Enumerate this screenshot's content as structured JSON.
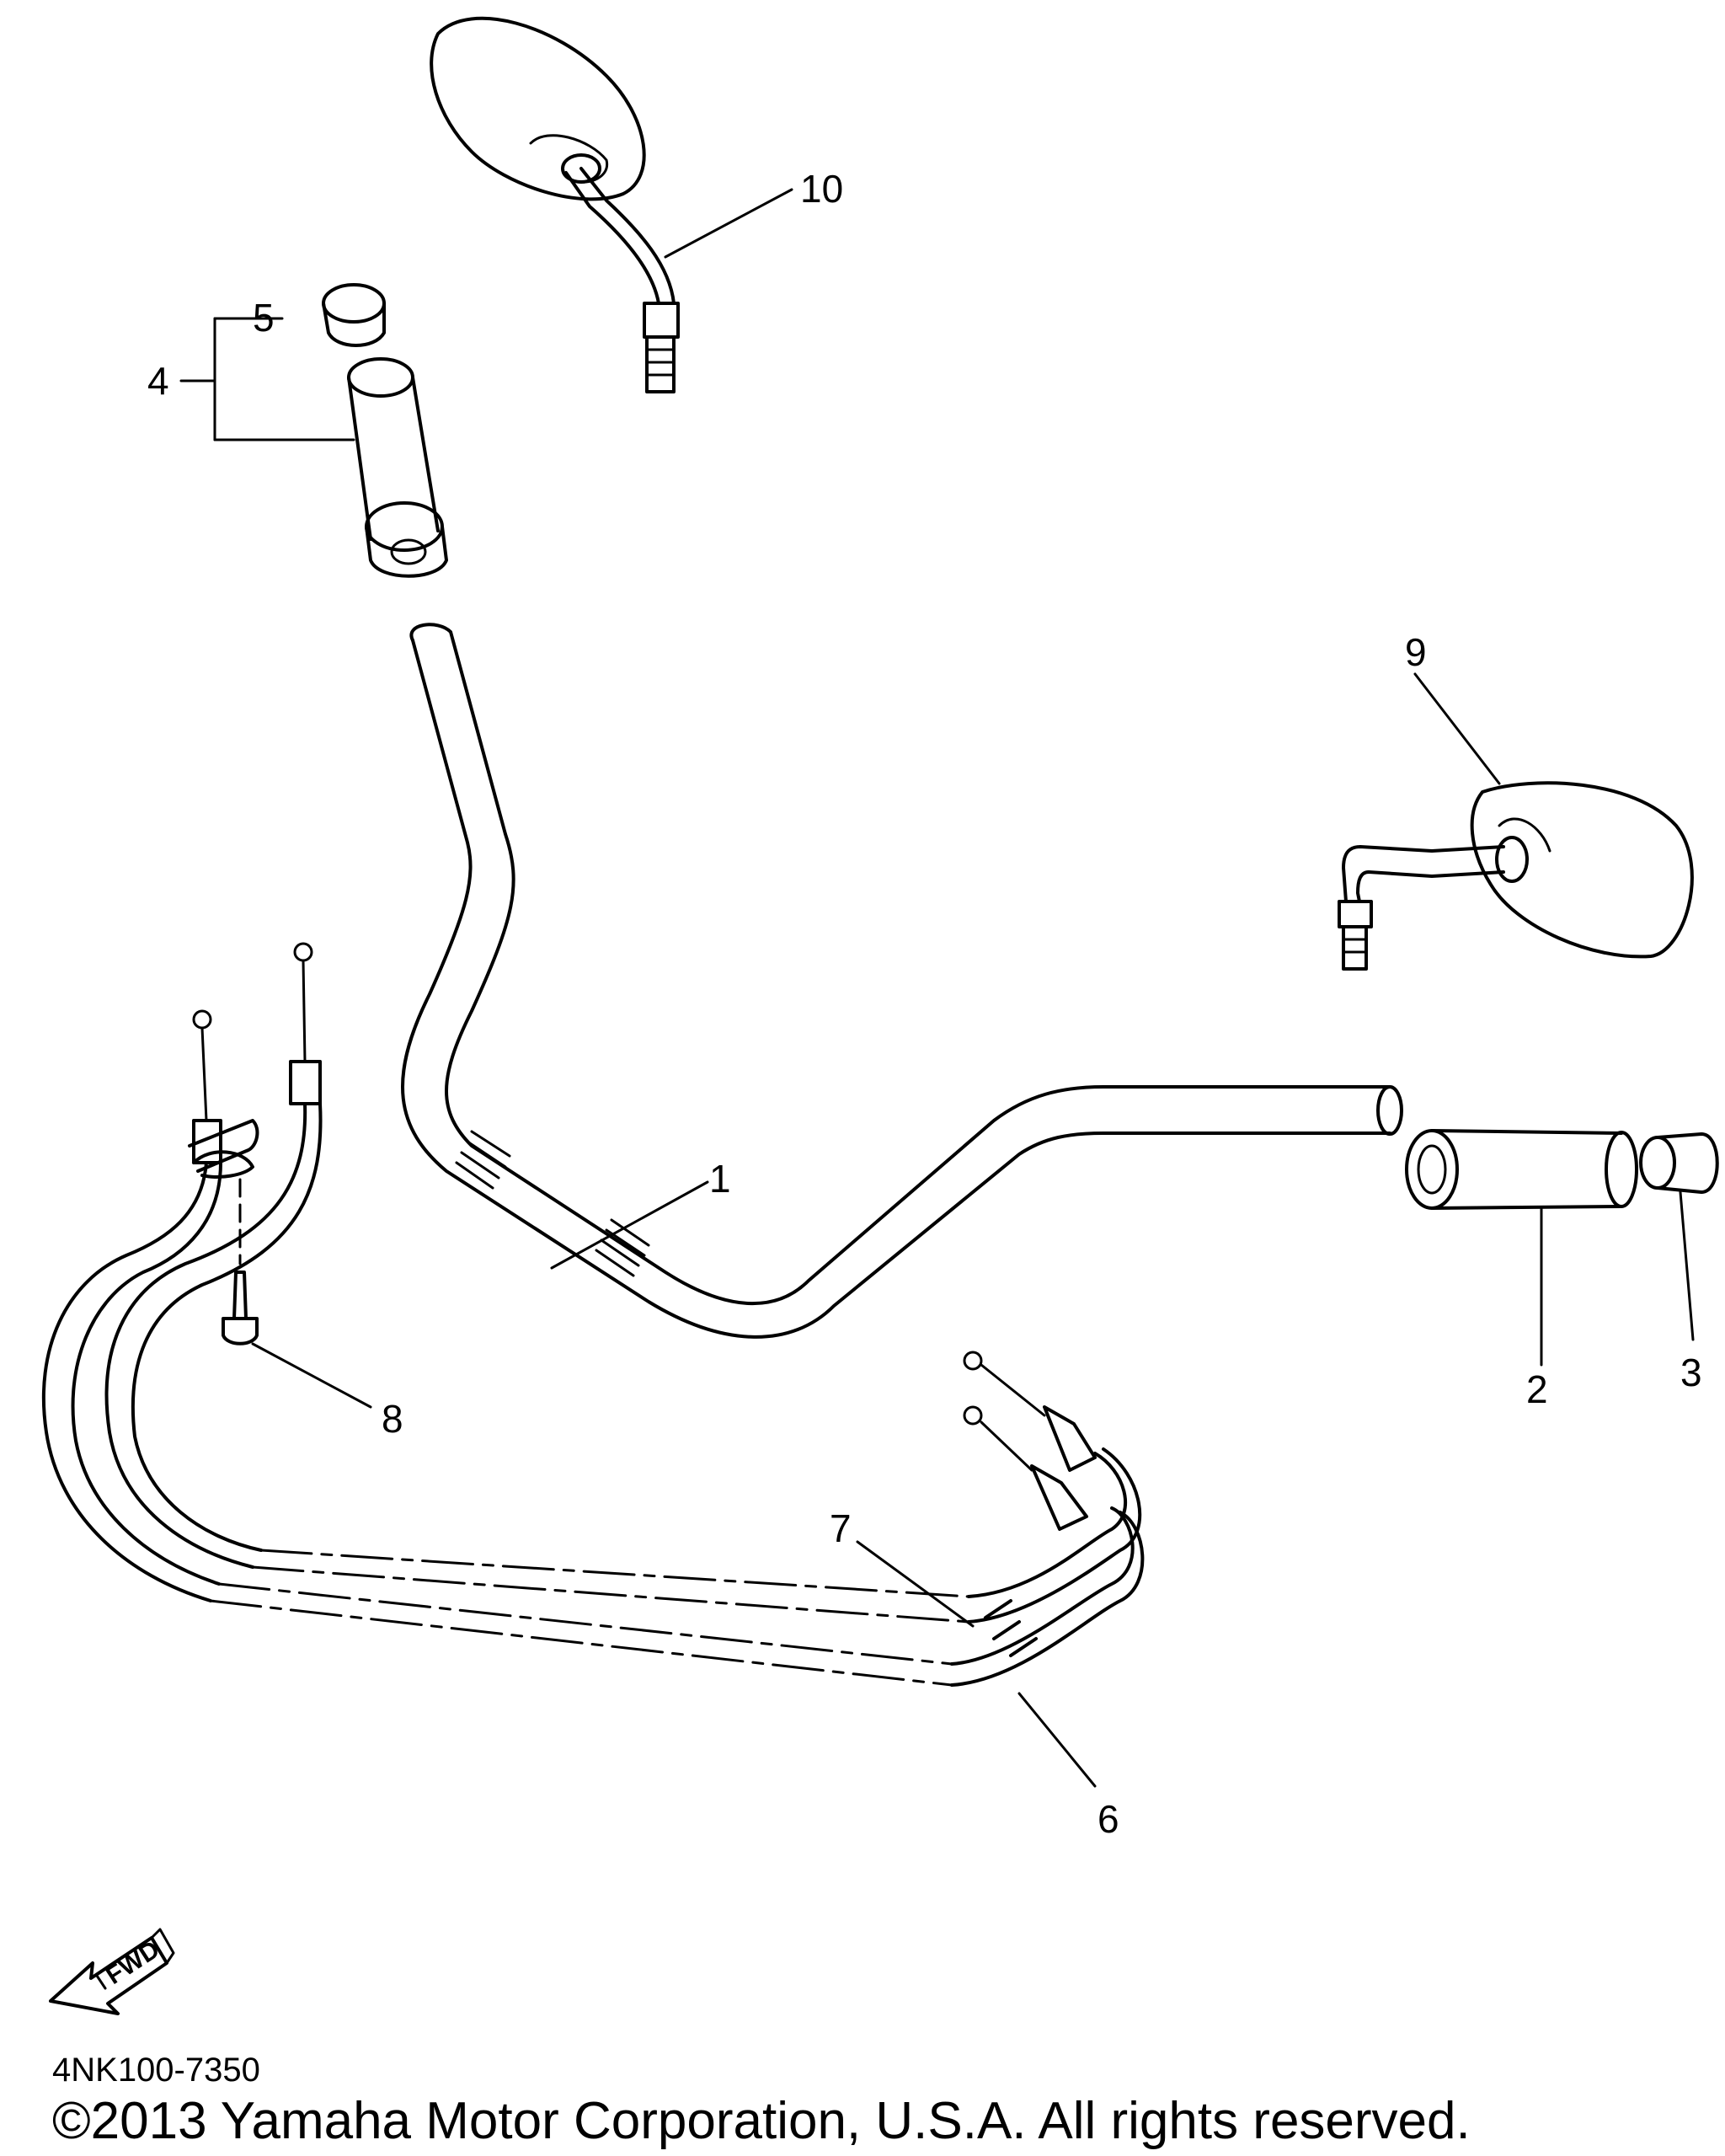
{
  "diagram": {
    "callouts": [
      {
        "id": "1",
        "text": "1"
      },
      {
        "id": "2",
        "text": "2"
      },
      {
        "id": "3",
        "text": "3"
      },
      {
        "id": "4",
        "text": "4"
      },
      {
        "id": "5",
        "text": "5"
      },
      {
        "id": "6",
        "text": "6"
      },
      {
        "id": "7",
        "text": "7"
      },
      {
        "id": "8",
        "text": "8"
      },
      {
        "id": "9",
        "text": "9"
      },
      {
        "id": "10",
        "text": "10"
      }
    ],
    "fwd_label": "FWD",
    "diagram_code": "4NK100-7350",
    "copyright": "©2013 Yamaha Motor Corporation, U.S.A. All rights reserved."
  }
}
